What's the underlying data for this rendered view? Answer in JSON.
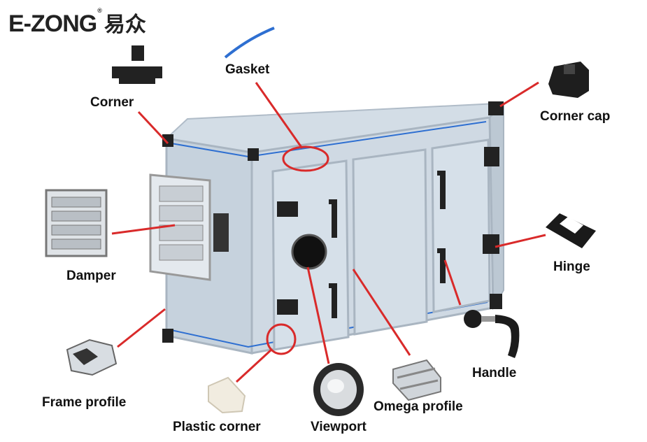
{
  "brand": {
    "logo_text": "E-ZONG",
    "logo_cn": "易众",
    "registered": "®"
  },
  "colors": {
    "callout": "#d92a2a",
    "frame": "#b9c6d2",
    "panel": "#c9d5e0",
    "accent": "#2e6fd1",
    "dark": "#222222"
  },
  "labels": {
    "gasket": "Gasket",
    "corner": "Corner",
    "corner_cap": "Corner cap",
    "damper": "Damper",
    "hinge": "Hinge",
    "handle": "Handle",
    "frame_profile": "Frame profile",
    "plastic_corner": "Plastic corner",
    "viewport": "Viewport",
    "omega_profile": "Omega profile"
  }
}
